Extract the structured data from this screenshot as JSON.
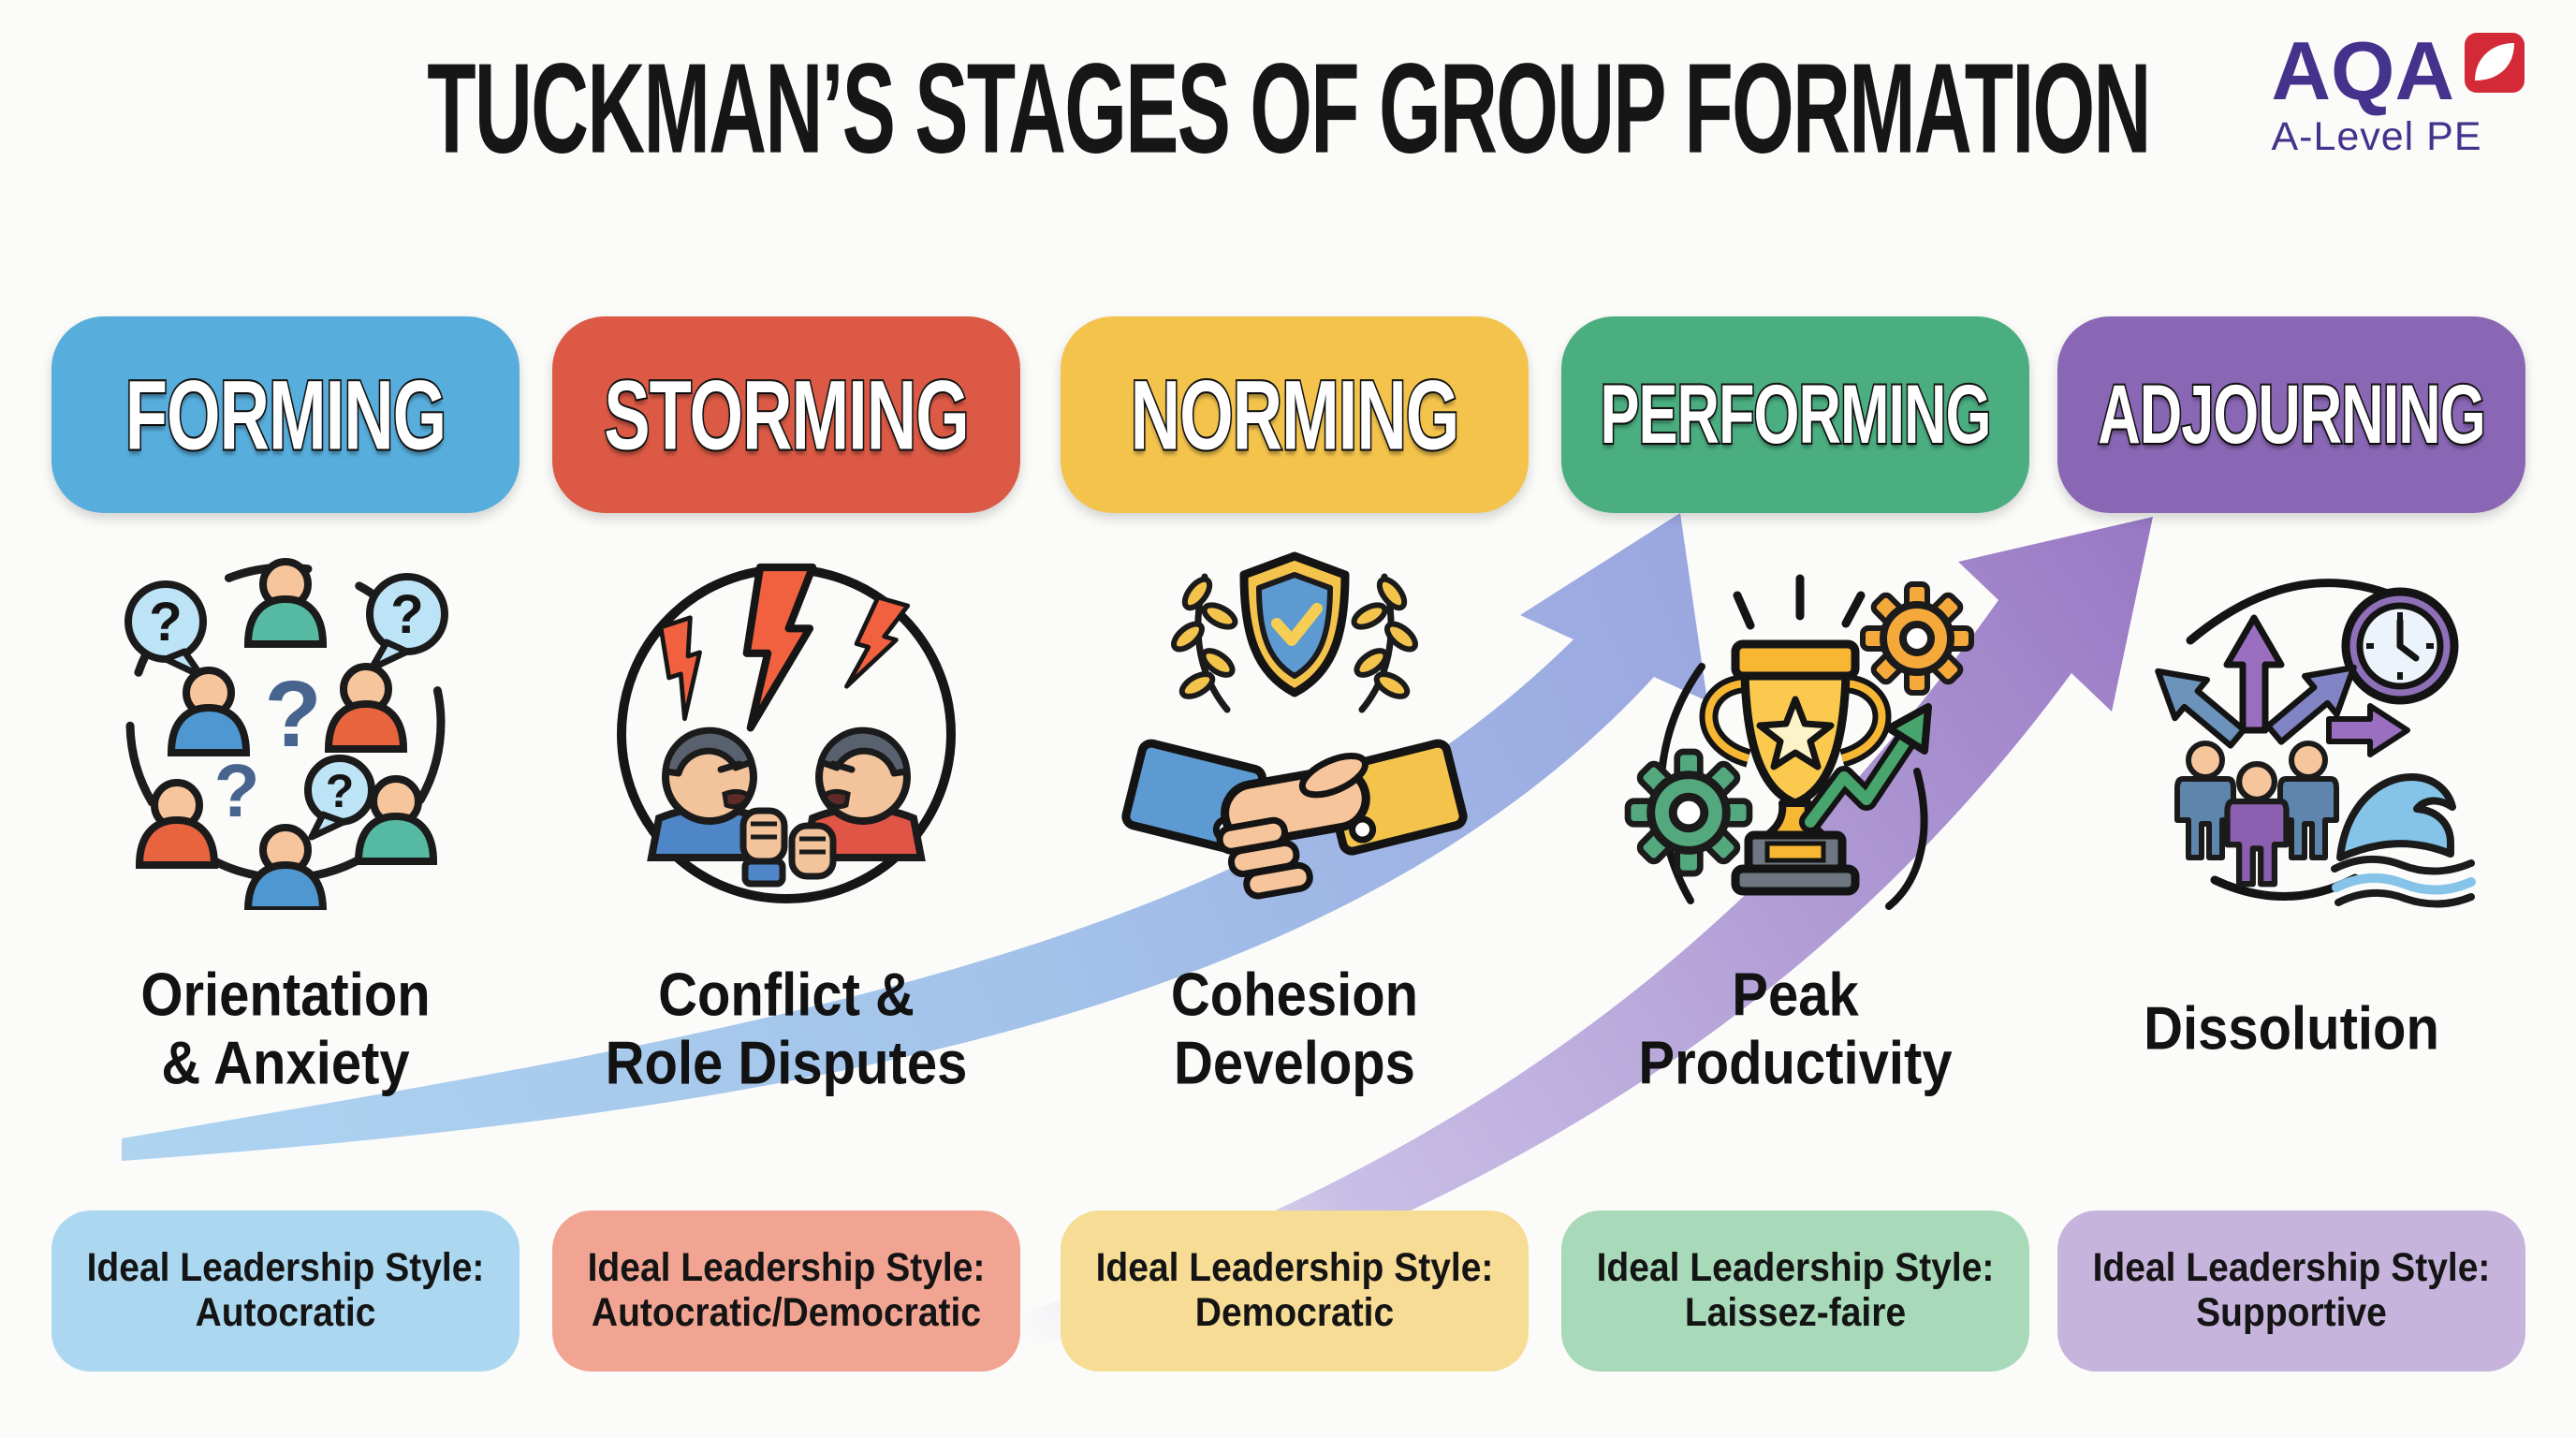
{
  "title": "TUCKMAN’S STAGES OF GROUP FORMATION",
  "brand": {
    "logo": "AQA",
    "subtitle": "A-Level PE",
    "logo_color": "#44328c",
    "leaf_color": "#d42a38"
  },
  "progress_arrows": {
    "blue_start": "#aed4f0",
    "blue_end": "#9ba7e0",
    "purple_start": "#cdc6ea",
    "purple_end": "#9878c4"
  },
  "stages": [
    {
      "name": "FORMING",
      "pill_color": "#57addc",
      "box_color": "#abd8f0",
      "icon": "team-questions-icon",
      "desc_line1": "Orientation",
      "desc_line2": "& Anxiety",
      "leadership_label": "Ideal Leadership Style:",
      "leadership_style": "Autocratic"
    },
    {
      "name": "STORMING",
      "pill_color": "#dc5a45",
      "box_color": "#f1a492",
      "icon": "conflict-argument-icon",
      "desc_line1": "Conflict &",
      "desc_line2": "Role Disputes",
      "leadership_label": "Ideal Leadership Style:",
      "leadership_style": "Autocratic/Democratic"
    },
    {
      "name": "NORMING",
      "pill_color": "#f3c34c",
      "box_color": "#f7dc96",
      "icon": "handshake-agreement-icon",
      "desc_line1": "Cohesion",
      "desc_line2": "Develops",
      "leadership_label": "Ideal Leadership Style:",
      "leadership_style": "Democratic"
    },
    {
      "name": "PERFORMING",
      "pill_color": "#4aae80",
      "box_color": "#a8dab9",
      "icon": "trophy-productivity-icon",
      "desc_line1": "Peak",
      "desc_line2": "Productivity",
      "leadership_label": "Ideal Leadership Style:",
      "leadership_style": "Laissez-faire"
    },
    {
      "name": "ADJOURNING",
      "pill_color": "#8a67b5",
      "box_color": "#c6b4dd",
      "icon": "dissolution-icon",
      "desc_line1": "Dissolution",
      "desc_line2": "",
      "leadership_label": "Ideal Leadership Style:",
      "leadership_style": "Supportive"
    }
  ]
}
